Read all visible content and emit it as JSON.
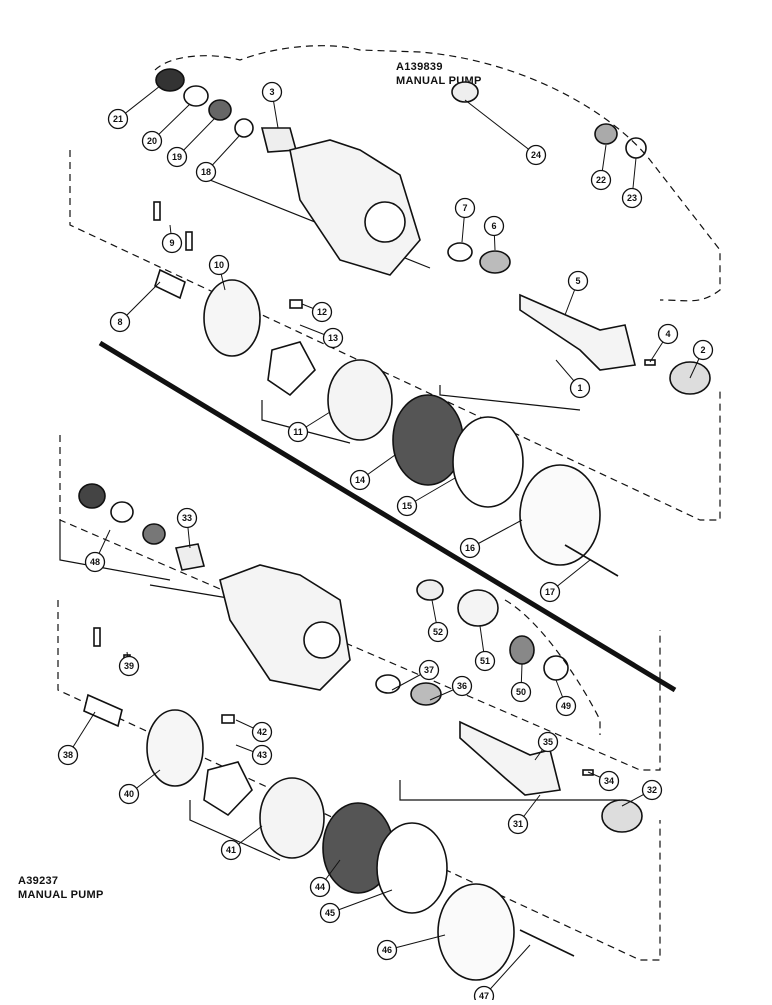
{
  "assemblies": {
    "upper": {
      "code": "A139839",
      "name": "MANUAL PUMP"
    },
    "lower": {
      "code": "A39237",
      "name": "MANUAL PUMP"
    }
  },
  "callouts": [
    "1",
    "2",
    "3",
    "4",
    "5",
    "6",
    "7",
    "8",
    "9",
    "10",
    "11",
    "12",
    "13",
    "14",
    "15",
    "16",
    "17",
    "18",
    "19",
    "20",
    "21",
    "22",
    "23",
    "24",
    "31",
    "32",
    "33",
    "34",
    "35",
    "36",
    "37",
    "38",
    "39",
    "40",
    "41",
    "42",
    "43",
    "44",
    "45",
    "46",
    "47",
    "48",
    "49",
    "50",
    "51",
    "52"
  ]
}
